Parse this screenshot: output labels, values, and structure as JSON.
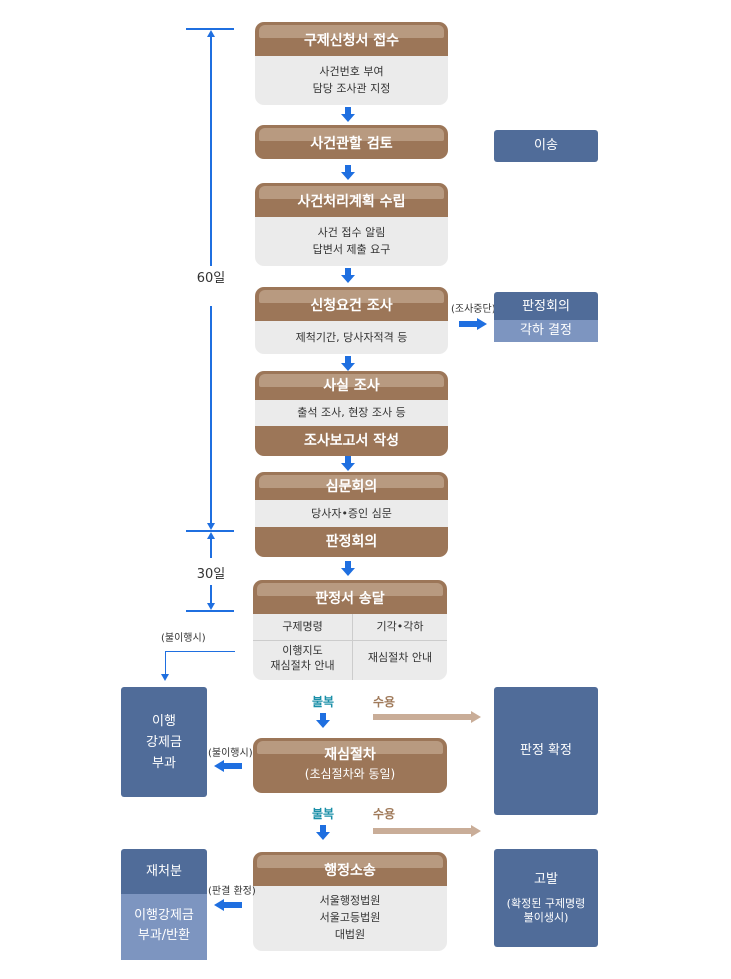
{
  "timeline": {
    "first_period": "60일",
    "second_period": "30일"
  },
  "steps": {
    "receipt": {
      "title": "구제신청서 접수",
      "lines": [
        "사건번호 부여",
        "담당 조사관 지정"
      ]
    },
    "review": {
      "title": "사건관할 검토"
    },
    "plan": {
      "title": "사건처리계획 수립",
      "lines": [
        "사건 접수 알림",
        "답변서 제출 요구"
      ]
    },
    "requirement": {
      "title": "신청요건 조사",
      "lines": [
        "제척기간, 당사자적격 등"
      ]
    },
    "fact": {
      "title": "사실 조사",
      "lines": [
        "출석 조사, 현장 조사 등"
      ],
      "report": "조사보고서 작성"
    },
    "hearing": {
      "title": "심문회의",
      "lines": [
        "당사자•증인 심문"
      ],
      "judgment": "판정회의"
    },
    "delivery": {
      "title": "판정서 송달",
      "left_head": "구제명령",
      "right_head": "기각•각하",
      "left_lines": [
        "이행지도",
        "재심절차 안내"
      ],
      "right_lines": [
        "재심절차 안내"
      ]
    },
    "retrial": {
      "title": "재심절차",
      "subtitle": "(초심절차와 동일)"
    },
    "lawsuit": {
      "title": "행정소송",
      "lines": [
        "서울행정법원",
        "서울고등법원",
        "대법원"
      ]
    }
  },
  "side": {
    "transfer": "이송",
    "dismiss": {
      "line1": "판정회의",
      "line2": "각하 결정"
    },
    "dismiss_label": "(조사중단)",
    "enforce": {
      "lines": [
        "이행",
        "강제금",
        "부과"
      ]
    },
    "nonperform_label_top": "(불이행시)",
    "nonperform_label_mid": "(불이행시)",
    "final": "판정 확정",
    "reprocess": {
      "title": "재처분",
      "lines": [
        "이행강제금",
        "부과/반환"
      ]
    },
    "final_label": "(판결 환정)",
    "accusation": {
      "title": "고발",
      "lines": [
        "(확정된 구제명령",
        "불이생시)"
      ]
    }
  },
  "flows": {
    "object1": "불복",
    "accept1": "수용",
    "object2": "불복",
    "accept2": "수용"
  }
}
